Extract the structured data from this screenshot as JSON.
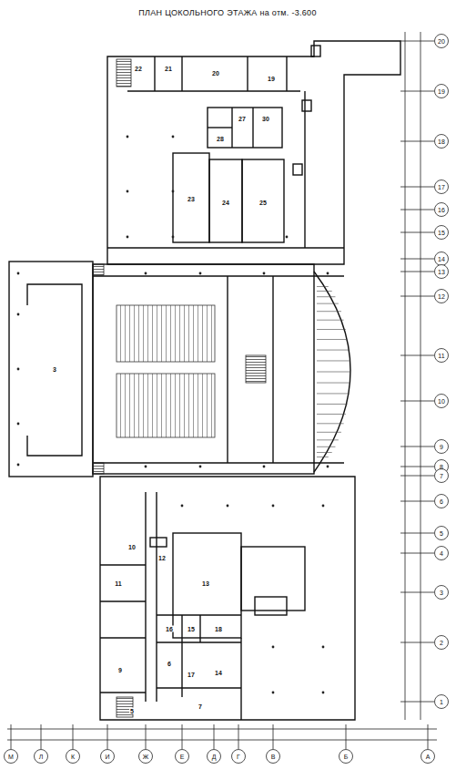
{
  "diagram": {
    "title": "ПЛАН ЦОКОЛЬНОГО ЭТАЖА на отм. -3.600",
    "labels": [
      "22",
      "21",
      "20",
      "19",
      "27",
      "28",
      "30",
      "23",
      "24",
      "25",
      "3",
      "12",
      "11",
      "10",
      "13",
      "16",
      "15",
      "18",
      "6",
      "17",
      "14",
      "9",
      "7",
      "5",
      "20",
      "19",
      "18",
      "17",
      "16",
      "15",
      "14",
      "13",
      "12",
      "11",
      "10",
      "9",
      "8",
      "7",
      "6",
      "5",
      "4",
      "3",
      "2",
      "1",
      "М",
      "Л",
      "К",
      "И",
      "Ж",
      "Е",
      "Д",
      "Г",
      "В",
      "Б",
      "А"
    ]
  }
}
